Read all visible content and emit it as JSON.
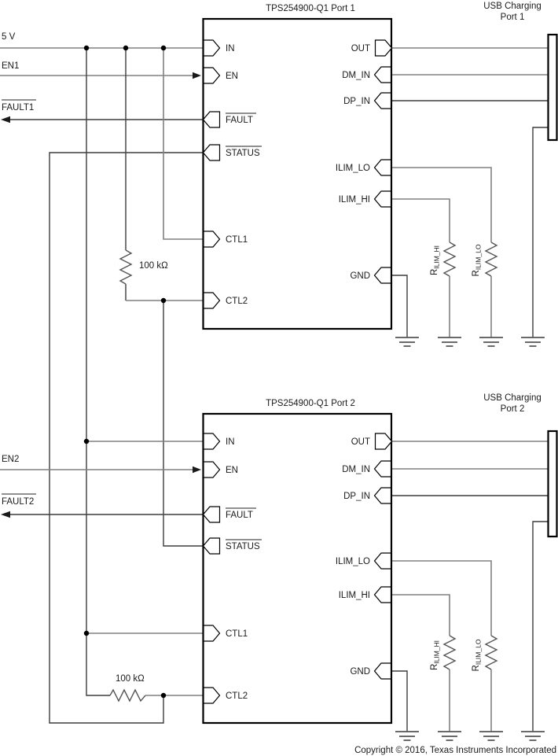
{
  "figure": {
    "supply_label": "5 V",
    "copyright": "Copyright © 2016, Texas Instruments Incorporated"
  },
  "colors": {
    "background": "#ffffff",
    "wire_gray": "#808080",
    "wire_dark": "#3d3d3d",
    "block_outline": "#000000",
    "text": "#1a1a1a"
  },
  "port1": {
    "title": "TPS254900-Q1 Port 1",
    "en_signal": "EN1",
    "fault_signal": "FAULT1",
    "usb_title_line1": "USB Charging",
    "usb_title_line2": "Port 1",
    "pullup_value": "100 kΩ",
    "r_hi_base": "R",
    "r_hi_sub": "ILIM_HI",
    "r_lo_base": "R",
    "r_lo_sub": "ILIM_LO",
    "pins": {
      "in": "IN",
      "en": "EN",
      "fault": "FAULT",
      "status": "STATUS",
      "ctl1": "CTL1",
      "ctl2": "CTL2",
      "out": "OUT",
      "dm_in": "DM_IN",
      "dp_in": "DP_IN",
      "ilim_lo": "ILIM_LO",
      "ilim_hi": "ILIM_HI",
      "gnd": "GND"
    }
  },
  "port2": {
    "title": "TPS254900-Q1 Port 2",
    "en_signal": "EN2",
    "fault_signal": "FAULT2",
    "usb_title_line1": "USB Charging",
    "usb_title_line2": "Port 2",
    "pullup_value": "100 kΩ",
    "r_hi_base": "R",
    "r_hi_sub": "ILIM_HI",
    "r_lo_base": "R",
    "r_lo_sub": "ILIM_LO",
    "pins": {
      "in": "IN",
      "en": "EN",
      "fault": "FAULT",
      "status": "STATUS",
      "ctl1": "CTL1",
      "ctl2": "CTL2",
      "out": "OUT",
      "dm_in": "DM_IN",
      "dp_in": "DP_IN",
      "ilim_lo": "ILIM_LO",
      "ilim_hi": "ILIM_HI",
      "gnd": "GND"
    }
  }
}
